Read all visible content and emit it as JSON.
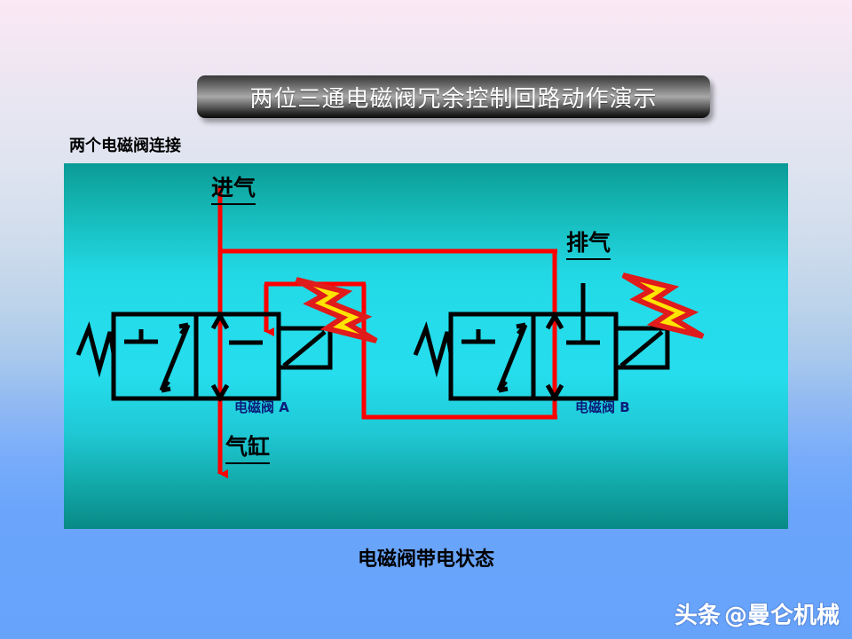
{
  "slide": {
    "title": "两位三通电磁阀冗余控制回路动作演示",
    "subtitle": "两个电磁阀连接",
    "caption": "电磁阀带电状态"
  },
  "diagram": {
    "labels": {
      "intake": "进气",
      "exhaust": "排气",
      "cylinder": "气缸",
      "valve_a": "电磁阀 A",
      "valve_b": "电磁阀 B"
    },
    "colors": {
      "flow_line": "#ff0000",
      "symbol_line": "#000000",
      "panel_top": "#0a9a97",
      "panel_mid": "#25ddec",
      "bolt_fill": "#ffe400",
      "bolt_stroke": "#e01b1b",
      "valve_label": "#0b1d7a"
    },
    "icons": {
      "energized_a": "lightning-bolt-icon",
      "energized_b": "lightning-bolt-icon"
    }
  },
  "watermark": {
    "platform": "头条",
    "handle": "@曼仑机械"
  }
}
